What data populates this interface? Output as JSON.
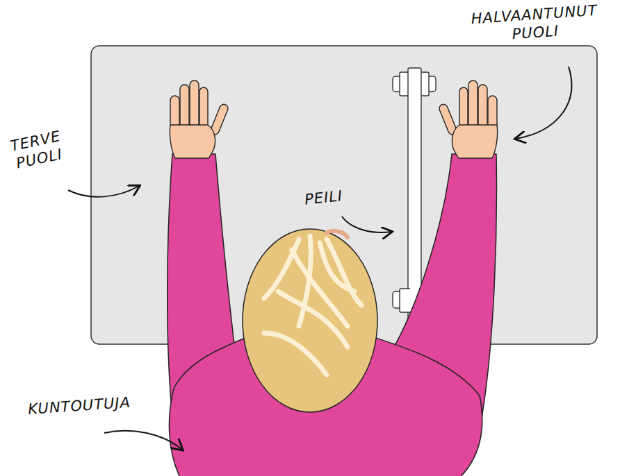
{
  "diagram": {
    "labels": [
      "HALVAANTUNUT PUOLI",
      "TERVE PUOLI",
      "PEILI",
      "KUNTOUTUJA"
    ]
  }
}
